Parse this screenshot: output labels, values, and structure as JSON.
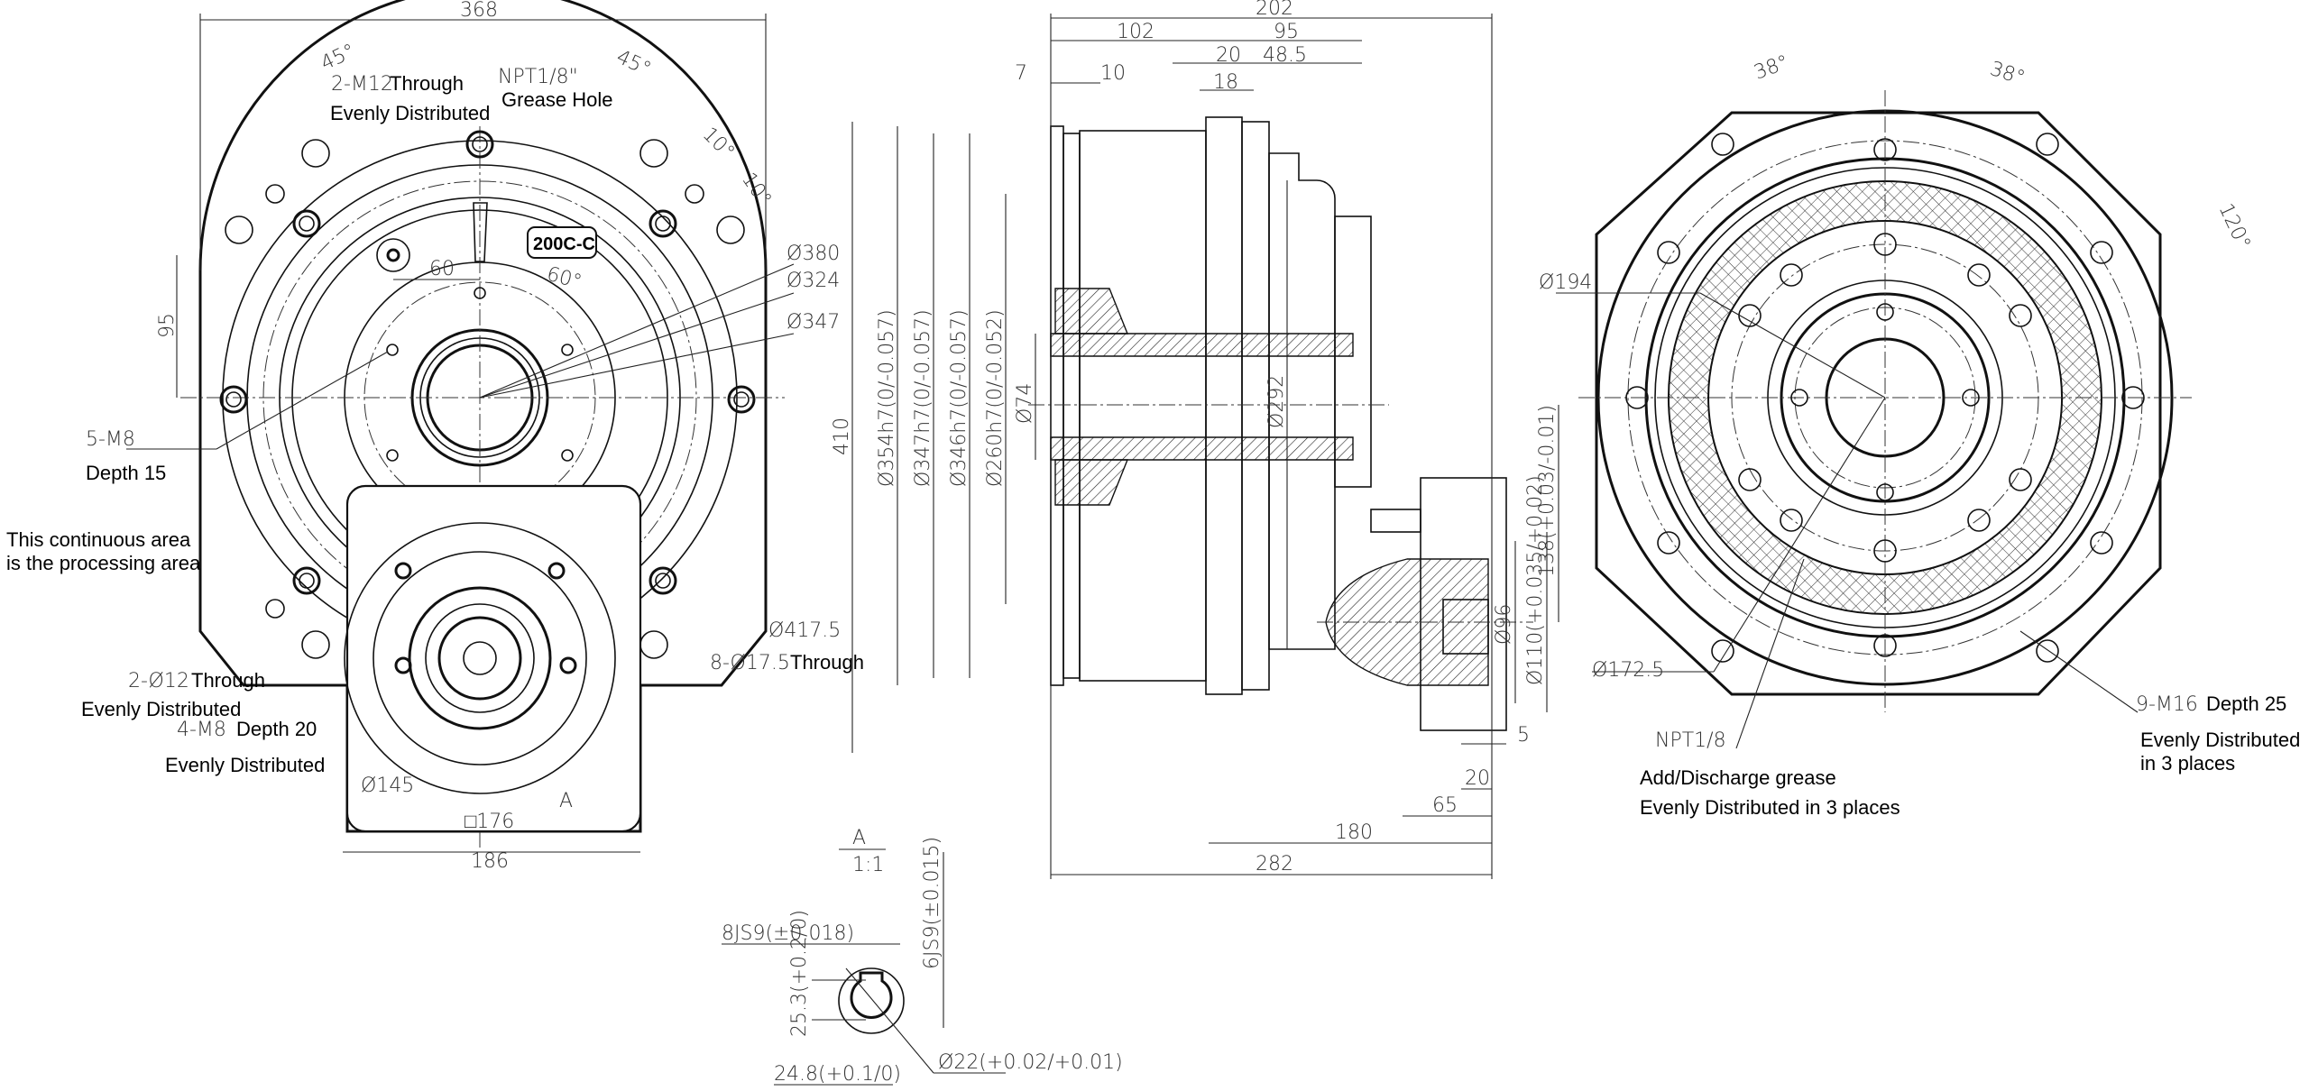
{
  "left_view": {
    "width_dim": "368",
    "angle_left": "45°",
    "angle_right": "45°",
    "m12_label": "2-M12",
    "m12_through": "Through",
    "m12_distributed": "Evenly Distributed",
    "npt_label": "NPT1/8\"",
    "grease_hole": "Grease Hole",
    "angle_10a": "10°",
    "angle_10b": "10°",
    "model_badge": "200C-C",
    "dim_60": "60",
    "angle_60": "60°",
    "dia_380": "Ø380",
    "dia_324": "Ø324",
    "dia_347": "Ø347",
    "dim_95": "95",
    "dim_410": "410",
    "m8_label": "5-M8",
    "m8_depth": "Depth 15",
    "processing_area_1": "This continuous area",
    "processing_area_2": "is the processing area",
    "dia_417": "Ø417.5",
    "holes_17": "8-Ø17.5",
    "holes_17_through": "Through",
    "holes_12": "2-Ø12",
    "holes_12_through": "Through",
    "holes_12_distributed": "Evenly Distributed",
    "m8b_label": "4-M8",
    "m8b_depth": "Depth 20",
    "m8b_distributed": "Evenly Distributed",
    "dia_145": "Ø145",
    "section_marker": "A",
    "square_176": "□176",
    "dim_186": "186"
  },
  "side_view": {
    "dim_202": "202",
    "dim_102": "102",
    "dim_95": "95",
    "dim_20": "20",
    "dim_48_5": "48.5",
    "dim_18": "18",
    "dim_7": "7",
    "dim_10": "10",
    "dia_354": "Ø354h7(0/-0.057)",
    "dia_347": "Ø347h7(0/-0.057)",
    "dia_346": "Ø346h7(0/-0.057)",
    "dia_260": "Ø260h7(0/-0.052)",
    "dia_74": "Ø74",
    "dia_292": "Ø292",
    "dim_138": "138(+0.03/-0.01)",
    "dia_96": "Ø96",
    "dia_110": "Ø110(+0.035/+0.02)",
    "dim_5": "5",
    "dim_20b": "20",
    "dim_65": "65",
    "dim_180": "180",
    "dim_282": "282"
  },
  "detail_a": {
    "title": "A",
    "scale": "1:1",
    "key_8": "8JS9(±0.018)",
    "key_6": "6JS9(±0.015)",
    "dim_25_3": "25.3(+0.2/0)",
    "dim_24_8": "24.8(+0.1/0)",
    "dia_22": "Ø22(+0.02/+0.01)"
  },
  "right_view": {
    "angle_38a": "38°",
    "angle_38b": "38°",
    "angle_120": "120°",
    "dia_194": "Ø194",
    "dia_172": "Ø172.5",
    "m16_label": "9-M16",
    "m16_depth": "Depth 25",
    "m16_distributed": "Evenly Distributed",
    "m16_places": "in 3 places",
    "npt_label": "NPT1/8",
    "grease_1": "Add/Discharge grease",
    "grease_2": "Evenly Distributed in 3 places"
  }
}
